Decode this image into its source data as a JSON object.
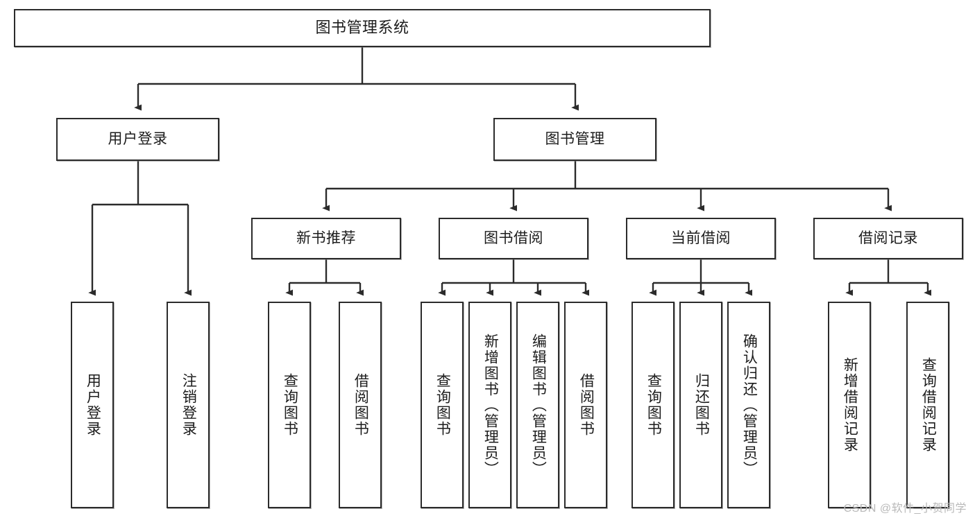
{
  "diagram": {
    "title": "图书管理系统",
    "watermark": "CSDN @软件_小贺同学",
    "style": {
      "box_border_color": "#2b2b2b",
      "box_fill_color": "#ffffff",
      "connector_color": "#2b2b2b",
      "text_color": "#1c1c1c",
      "watermark_color": "#b9b9b9"
    },
    "nodes": {
      "root": {
        "label": "图书管理系统",
        "level": 0
      },
      "level1": [
        {
          "id": "user-login",
          "label": "用户登录"
        },
        {
          "id": "book-manage",
          "label": "图书管理"
        }
      ],
      "level2": [
        {
          "id": "new-book-recommend",
          "label": "新书推荐",
          "parent": "book-manage"
        },
        {
          "id": "book-borrow",
          "label": "图书借阅",
          "parent": "book-manage"
        },
        {
          "id": "current-borrow",
          "label": "当前借阅",
          "parent": "book-manage"
        },
        {
          "id": "borrow-record",
          "label": "借阅记录",
          "parent": "book-manage"
        }
      ],
      "level3": [
        {
          "id": "leaf-user-login",
          "label": "用户登录",
          "parent": "user-login"
        },
        {
          "id": "leaf-logout",
          "label": "注销登录",
          "parent": "user-login"
        },
        {
          "id": "leaf-query-book-1",
          "label": "查询图书",
          "parent": "new-book-recommend"
        },
        {
          "id": "leaf-borrow-book-1",
          "label": "借阅图书",
          "parent": "new-book-recommend"
        },
        {
          "id": "leaf-query-book-2",
          "label": "查询图书",
          "parent": "book-borrow"
        },
        {
          "id": "leaf-add-book",
          "label": "新增图书（管理员）",
          "parent": "book-borrow"
        },
        {
          "id": "leaf-edit-book",
          "label": "编辑图书（管理员）",
          "parent": "book-borrow"
        },
        {
          "id": "leaf-borrow-book-2",
          "label": "借阅图书",
          "parent": "book-borrow"
        },
        {
          "id": "leaf-query-book-3",
          "label": "查询图书",
          "parent": "current-borrow"
        },
        {
          "id": "leaf-return-book",
          "label": "归还图书",
          "parent": "current-borrow"
        },
        {
          "id": "leaf-confirm-return",
          "label": "确认归还（管理员）",
          "parent": "current-borrow"
        },
        {
          "id": "leaf-add-record",
          "label": "新增借阅记录",
          "parent": "borrow-record"
        },
        {
          "id": "leaf-query-record",
          "label": "查询借阅记录",
          "parent": "borrow-record"
        }
      ]
    }
  }
}
